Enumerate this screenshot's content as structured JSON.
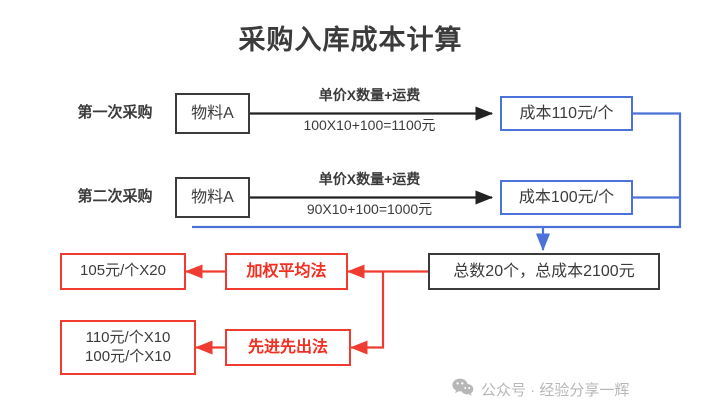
{
  "title": "采购入库成本计算",
  "colors": {
    "dark": "#3b3b3b",
    "blue": "#4a72d8",
    "red": "#f03c30",
    "red_text": "#f42e21",
    "watermark": "#b7b7b7",
    "background": "#ffffff"
  },
  "rows": [
    {
      "label": "第一次采购",
      "material": "物料A",
      "formula_upper": "单价X数量+运费",
      "formula_lower": "100X10+100=1100元",
      "cost": "成本110元/个"
    },
    {
      "label": "第二次采购",
      "material": "物料A",
      "formula_upper": "单价X数量+运费",
      "formula_lower": "90X10+100=1000元",
      "cost": "成本100元/个"
    }
  ],
  "total": "总数20个，总成本2100元",
  "methods": [
    {
      "name": "加权平均法",
      "result_line1": "105元/个X20",
      "result_line2": ""
    },
    {
      "name": "先进先出法",
      "result_line1": "110元/个X10",
      "result_line2": "100元/个X10"
    }
  ],
  "watermark": {
    "icon": "wechat-icon",
    "text": "公众号 · 经验分享一辉"
  }
}
